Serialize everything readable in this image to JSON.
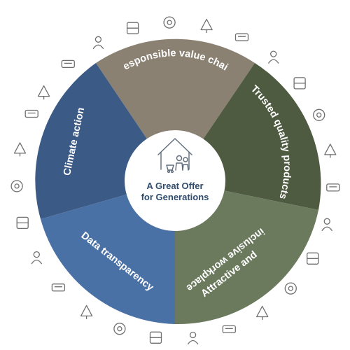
{
  "center": {
    "line1": "A Great Offer",
    "line2": "for Generations",
    "icon": "family-house-icon"
  },
  "segments": [
    {
      "id": "responsible-value-chain",
      "label": "Responsible value chain",
      "color": "#8b8172"
    },
    {
      "id": "trusted-quality-products",
      "label": "Trusted quality products",
      "color": "#4e5b40"
    },
    {
      "id": "attractive-inclusive-workplace",
      "label_line1": "Attractive and",
      "label_line2": "inclusive workplace",
      "color": "#6b7a5d"
    },
    {
      "id": "data-transparency",
      "label": "Data transparency",
      "color": "#4a71a6"
    },
    {
      "id": "climate-action",
      "label": "Climate action",
      "color": "#3b5a85"
    }
  ],
  "outer_icons": [
    "forest-icon",
    "cargo-ship-icon",
    "people-group-icon",
    "factory-icon",
    "truck-icon",
    "parasol-chair-icon",
    "kitchen-set-icon",
    "bed-icon",
    "armchair-icon",
    "table-lamp-icon",
    "house-with-people-icon",
    "building-icon",
    "stairs-icon",
    "playroom-icon",
    "team-icon",
    "handshake-icon",
    "hourglass-icon",
    "qr-phone-icon",
    "sewing-tool-icon",
    "megaphone-icon",
    "magnifier-document-icon",
    "bee-icon",
    "grapes-icon",
    "wind-turbine-icon",
    "solar-panel-icon",
    "tree-icon",
    "newspaper-icon"
  ]
}
